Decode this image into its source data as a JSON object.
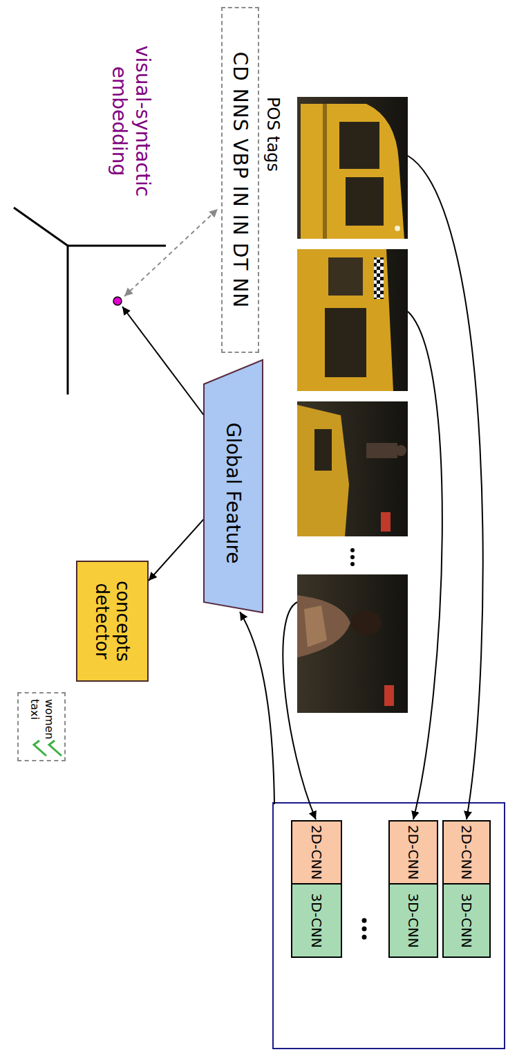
{
  "diagram": {
    "nodes": [
      {
        "text": [
          "POS tags",
          "CD NNS VBP IN IN DT NN"
        ]
      },
      {
        "text": [
          "2D-CNN"
        ]
      },
      {
        "text": [
          "3D-CNN"
        ]
      },
      {
        "text": [
          "2D-CNN"
        ]
      },
      {
        "text": [
          "3D-CNN"
        ]
      },
      {
        "text": [
          "2D-CNN"
        ]
      },
      {
        "text": [
          "3D-CNN"
        ]
      },
      {
        "text": [
          "Global Feature"
        ]
      },
      {
        "text": [
          "concepts detector"
        ]
      },
      {
        "text": [
          "women",
          "taxi"
        ]
      }
    ],
    "edges": [
      {
        "from": 7,
        "to": 8,
        "arrow": "to"
      }
    ],
    "labels": [
      "visual-syntactic embedding"
    ]
  }
}
